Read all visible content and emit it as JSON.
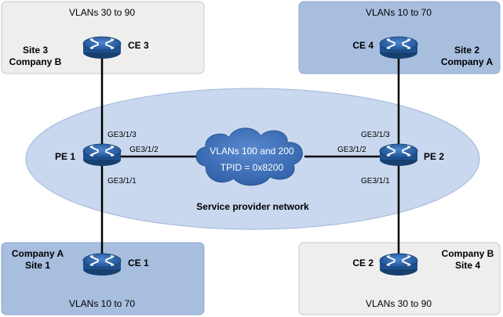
{
  "colors": {
    "site_gray_fill": "#eeeeec",
    "site_gray_stroke": "#c8c8c4",
    "site_blue_fill": "#a8bedf",
    "site_blue_stroke": "#8ea8cf",
    "ellipse_fill": "#c9d8ee",
    "ellipse_stroke": "#9fb6da",
    "router_fill": "#2c64a8",
    "link": "#000000",
    "cloud_fill": "#3c6fb5"
  },
  "sites": {
    "top_left": {
      "vlans": "VLANs 30 to 90",
      "site": "Site 3",
      "company": "Company B",
      "device": "CE 3"
    },
    "top_right": {
      "vlans": "VLANs 10 to 70",
      "site": "Site 2",
      "company": "Company A",
      "device": "CE 4"
    },
    "bottom_left": {
      "vlans": "VLANs 10 to 70",
      "site": "Site 1",
      "company": "Company A",
      "device": "CE 1"
    },
    "bottom_right": {
      "vlans": "VLANs 30 to 90",
      "site": "Site 4",
      "company": "Company B",
      "device": "CE 2"
    }
  },
  "pe1": {
    "name": "PE 1",
    "port_up": "GE3/1/3",
    "port_right": "GE3/1/2",
    "port_down": "GE3/1/1"
  },
  "pe2": {
    "name": "PE 2",
    "port_up": "GE3/1/3",
    "port_left": "GE3/1/2",
    "port_down": "GE3/1/1"
  },
  "cloud": {
    "line1": "VLANs 100 and  200",
    "line2": "TPID = 0x8200"
  },
  "network_label": "Service provider network"
}
